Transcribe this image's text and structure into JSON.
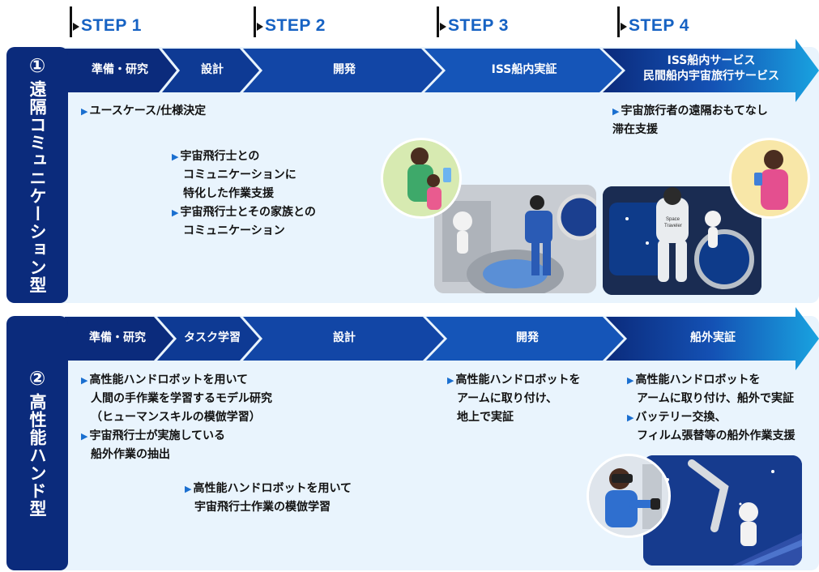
{
  "steps": [
    "STEP 1",
    "STEP 2",
    "STEP 3",
    "STEP 4"
  ],
  "row1": {
    "side_number": "①",
    "side_label": "遠隔コミュニケーション型",
    "phases": [
      {
        "label": "準備・研究"
      },
      {
        "label": "設計"
      },
      {
        "label": "開発"
      },
      {
        "label": "ISS船内実証"
      },
      {
        "label1": "ISS船内サービス",
        "label2": "民間船内宇宙旅行サービス"
      }
    ],
    "notes": {
      "usecase": "ユースケース/仕様決定",
      "astro1_l1": "宇宙飛行士との",
      "astro1_l2": "コミュニケーションに",
      "astro1_l3": "特化した作業支援",
      "astro2_l1": "宇宙飛行士とその家族との",
      "astro2_l2": "コミュニケーション",
      "travel_l1": "宇宙旅行者の遠隔おもてなし",
      "travel_l2": "滞在支援"
    },
    "illustrations": {
      "iss_icon": "iss-interior-astronaut-robot-illustration",
      "family_icon": "family-video-call-illustration",
      "space_travel_icon": "space-traveler-robot-illustration",
      "host_icon": "remote-host-woman-illustration",
      "suit_text_1": "Space",
      "suit_text_2": "Traveler"
    }
  },
  "row2": {
    "side_number": "②",
    "side_label": "高性能ハンド型",
    "phases": [
      {
        "label": "準備・研究"
      },
      {
        "label": "タスク学習"
      },
      {
        "label": "設計"
      },
      {
        "label": "開発"
      },
      {
        "label": "船外実証"
      }
    ],
    "notes": {
      "research_l1": "高性能ハンドロボットを用いて",
      "research_l2": "人間の手作業を学習するモデル研究",
      "research_l3": "（ヒューマンスキルの模倣学習）",
      "extract_l1": "宇宙飛行士が実施している",
      "extract_l2": "船外作業の抽出",
      "imitate_l1": "高性能ハンドロボットを用いて",
      "imitate_l2": "宇宙飛行士作業の模倣学習",
      "dev_l1": "高性能ハンドロボットを",
      "dev_l2": "アームに取り付け、",
      "dev_l3": "地上で実証",
      "eva_l1": "高性能ハンドロボットを",
      "eva_l2": "アームに取り付け、船外で実証",
      "eva_l3": "バッテリー交換、",
      "eva_l4": "フィルム張替等の船外作業支援"
    },
    "illustrations": {
      "vr_operator_icon": "vr-operator-illustration",
      "eva_robot_icon": "eva-robot-arm-illustration"
    }
  },
  "colors": {
    "navy": "#0b2b7c",
    "blue": "#1662c3",
    "light_blue": "#19a3e0",
    "panel_bg": "#e9f4fd"
  }
}
